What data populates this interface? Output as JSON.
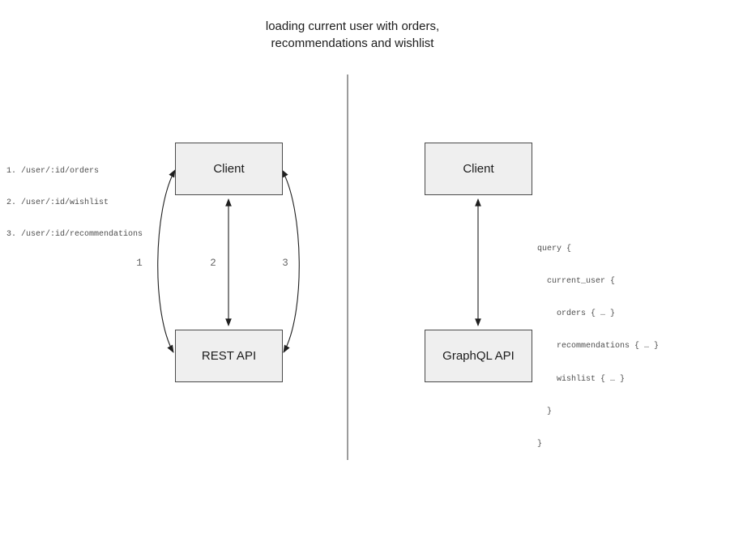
{
  "title": "loading current user with orders,\nrecommendations and wishlist",
  "left_panel": {
    "client_label": "Client",
    "api_label": "REST API",
    "routes": [
      "1. /user/:id/orders",
      "2. /user/:id/wishlist",
      "3. /user/:id/recommendations"
    ],
    "arrow_labels": [
      "1",
      "2",
      "3"
    ]
  },
  "right_panel": {
    "client_label": "Client",
    "api_label": "GraphQL API",
    "query_lines": [
      "query {",
      "  current_user {",
      "    orders { … }",
      "    recommendations { … }",
      "    wishlist { … }",
      "  }",
      "}"
    ]
  },
  "colors": {
    "box_fill": "#efefef",
    "box_border": "#4a4a4a",
    "arrow": "#1f1f1f",
    "divider": "#666666",
    "code_text": "#4d4d4d",
    "label_text": "#666666"
  }
}
